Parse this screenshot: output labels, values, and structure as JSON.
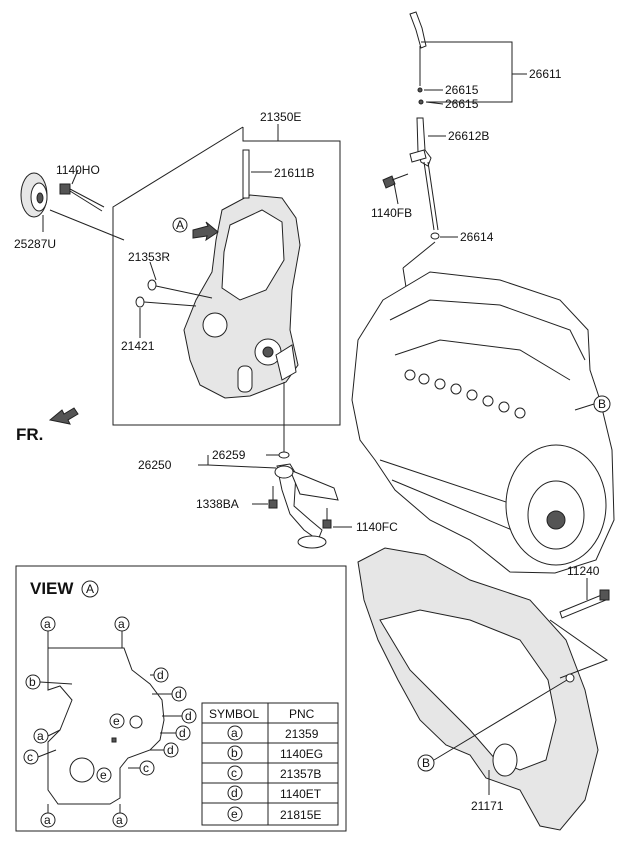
{
  "parts": {
    "p26611": "26611",
    "p26615a": "26615",
    "p26615b": "26615",
    "p26612B": "26612B",
    "p1140FB": "1140FB",
    "p26614": "26614",
    "p21350E": "21350E",
    "p21611B": "21611B",
    "p1140HO": "1140HO",
    "p25287U": "25287U",
    "p21353R": "21353R",
    "p21421": "21421",
    "p26259": "26259",
    "p26250": "26250",
    "p1338BA": "1338BA",
    "p1140FC": "1140FC",
    "p11240": "11240",
    "p21171": "21171"
  },
  "callouts": {
    "A": "A",
    "B_top": "B",
    "B_bottom": "B"
  },
  "front_label": "FR.",
  "view": {
    "title": "VIEW",
    "ref": "A",
    "markers": {
      "a": "a",
      "b": "b",
      "c": "c",
      "d": "d",
      "e": "e"
    }
  },
  "table": {
    "headers": [
      "SYMBOL",
      "PNC"
    ],
    "rows": [
      {
        "symbol": "a",
        "pnc": "21359"
      },
      {
        "symbol": "b",
        "pnc": "1140EG"
      },
      {
        "symbol": "c",
        "pnc": "21357B"
      },
      {
        "symbol": "d",
        "pnc": "1140ET"
      },
      {
        "symbol": "e",
        "pnc": "21815E"
      }
    ]
  }
}
